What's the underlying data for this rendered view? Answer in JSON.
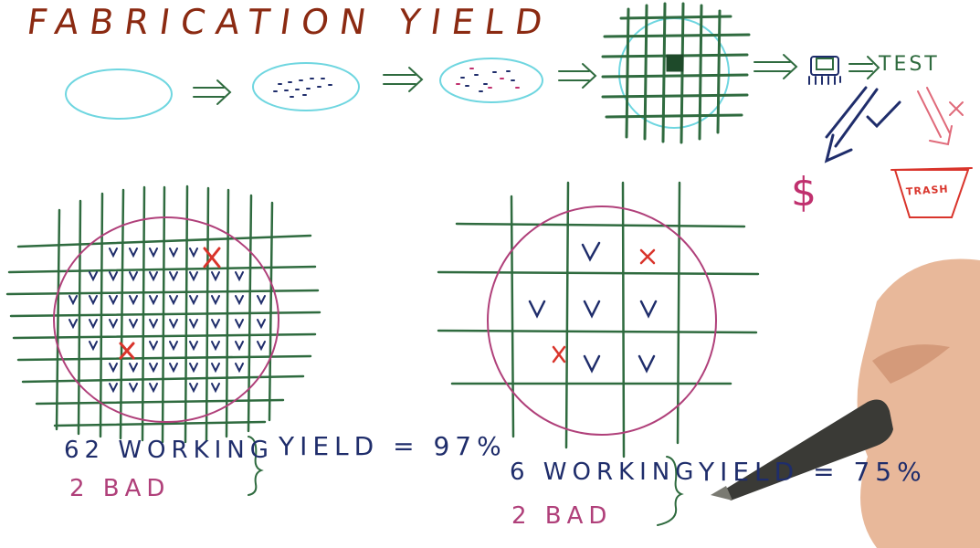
{
  "title": "FABRICATION YIELD",
  "process": {
    "test_label": "TEST",
    "pass_mark": "✓",
    "fail_mark": "✗",
    "sell_symbol": "$",
    "trash_label": "TRASH"
  },
  "left_wafer": {
    "working": "62 WORKING",
    "bad": "2 BAD",
    "yield": "YIELD = 97%"
  },
  "right_wafer": {
    "working": "6 WORKING",
    "bad": "2 BAD",
    "yield": "YIELD = 75%"
  },
  "colors": {
    "title": "#8b2a12",
    "ink_blue": "#1f2d6b",
    "ink_pink": "#b0407a",
    "ink_green": "#2f6b3f",
    "ink_red": "#d9342b",
    "wafer_outline": "#6fd6e0",
    "wafer_circle": "#b0407a"
  }
}
